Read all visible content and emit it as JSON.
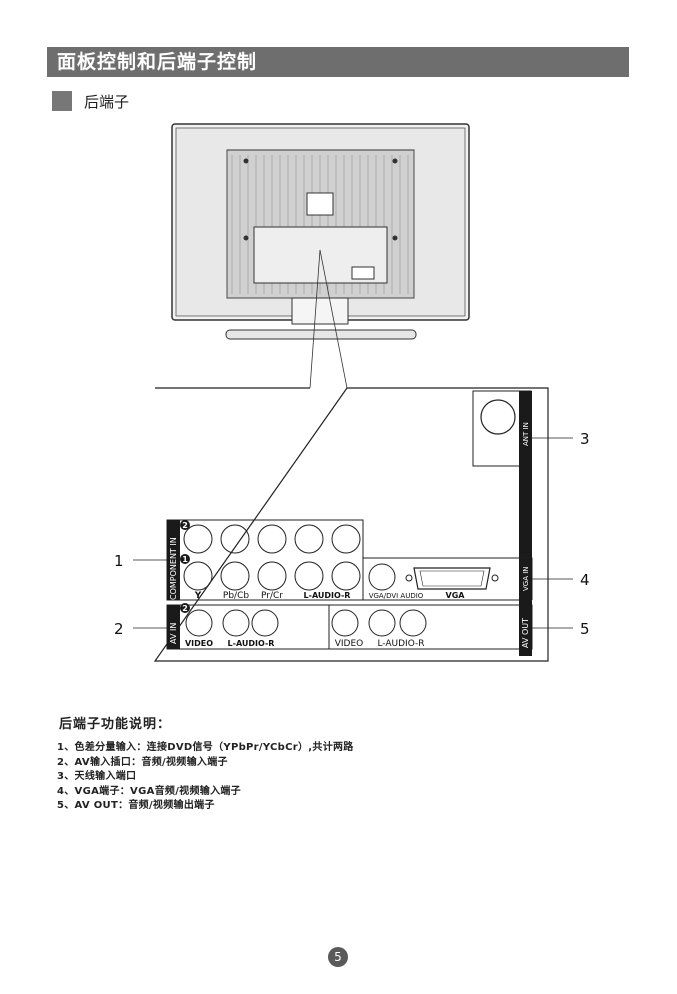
{
  "header": {
    "title": "面板控制和后端子控制"
  },
  "section": {
    "label": "后端子"
  },
  "panel": {
    "component_in_label": "COMPONENT IN",
    "av_in_label": "AV IN",
    "av_out_label": "AV OUT",
    "vga_in_label": "VGA IN",
    "ant_in_label": "ANT IN",
    "row1_badge": "2",
    "row2_badge": "1",
    "avin_badge": "2",
    "component_labels": [
      "Y",
      "Pb/Cb",
      "Pr/Cr",
      "L-AUDIO-R"
    ],
    "vga_audio_label": "VGA/DVI AUDIO",
    "vga_label": "VGA",
    "avin_video_label": "VIDEO",
    "avin_audio_label": "L-AUDIO-R",
    "avout_video_label": "VIDEO",
    "avout_audio_label": "L-AUDIO-R"
  },
  "callouts": [
    "1",
    "2",
    "3",
    "4",
    "5"
  ],
  "description": {
    "title": "后端子功能说明：",
    "items": [
      "1、色差分量输入：连接DVD信号（YPbPr/YCbCr）,共计两路",
      "2、AV输入插口：音频/视频输入端子",
      "3、天线输入端口",
      "4、VGA端子：VGA音频/视频输入端子",
      "5、AV OUT：音频/视频输出端子"
    ]
  },
  "page_number": "5"
}
